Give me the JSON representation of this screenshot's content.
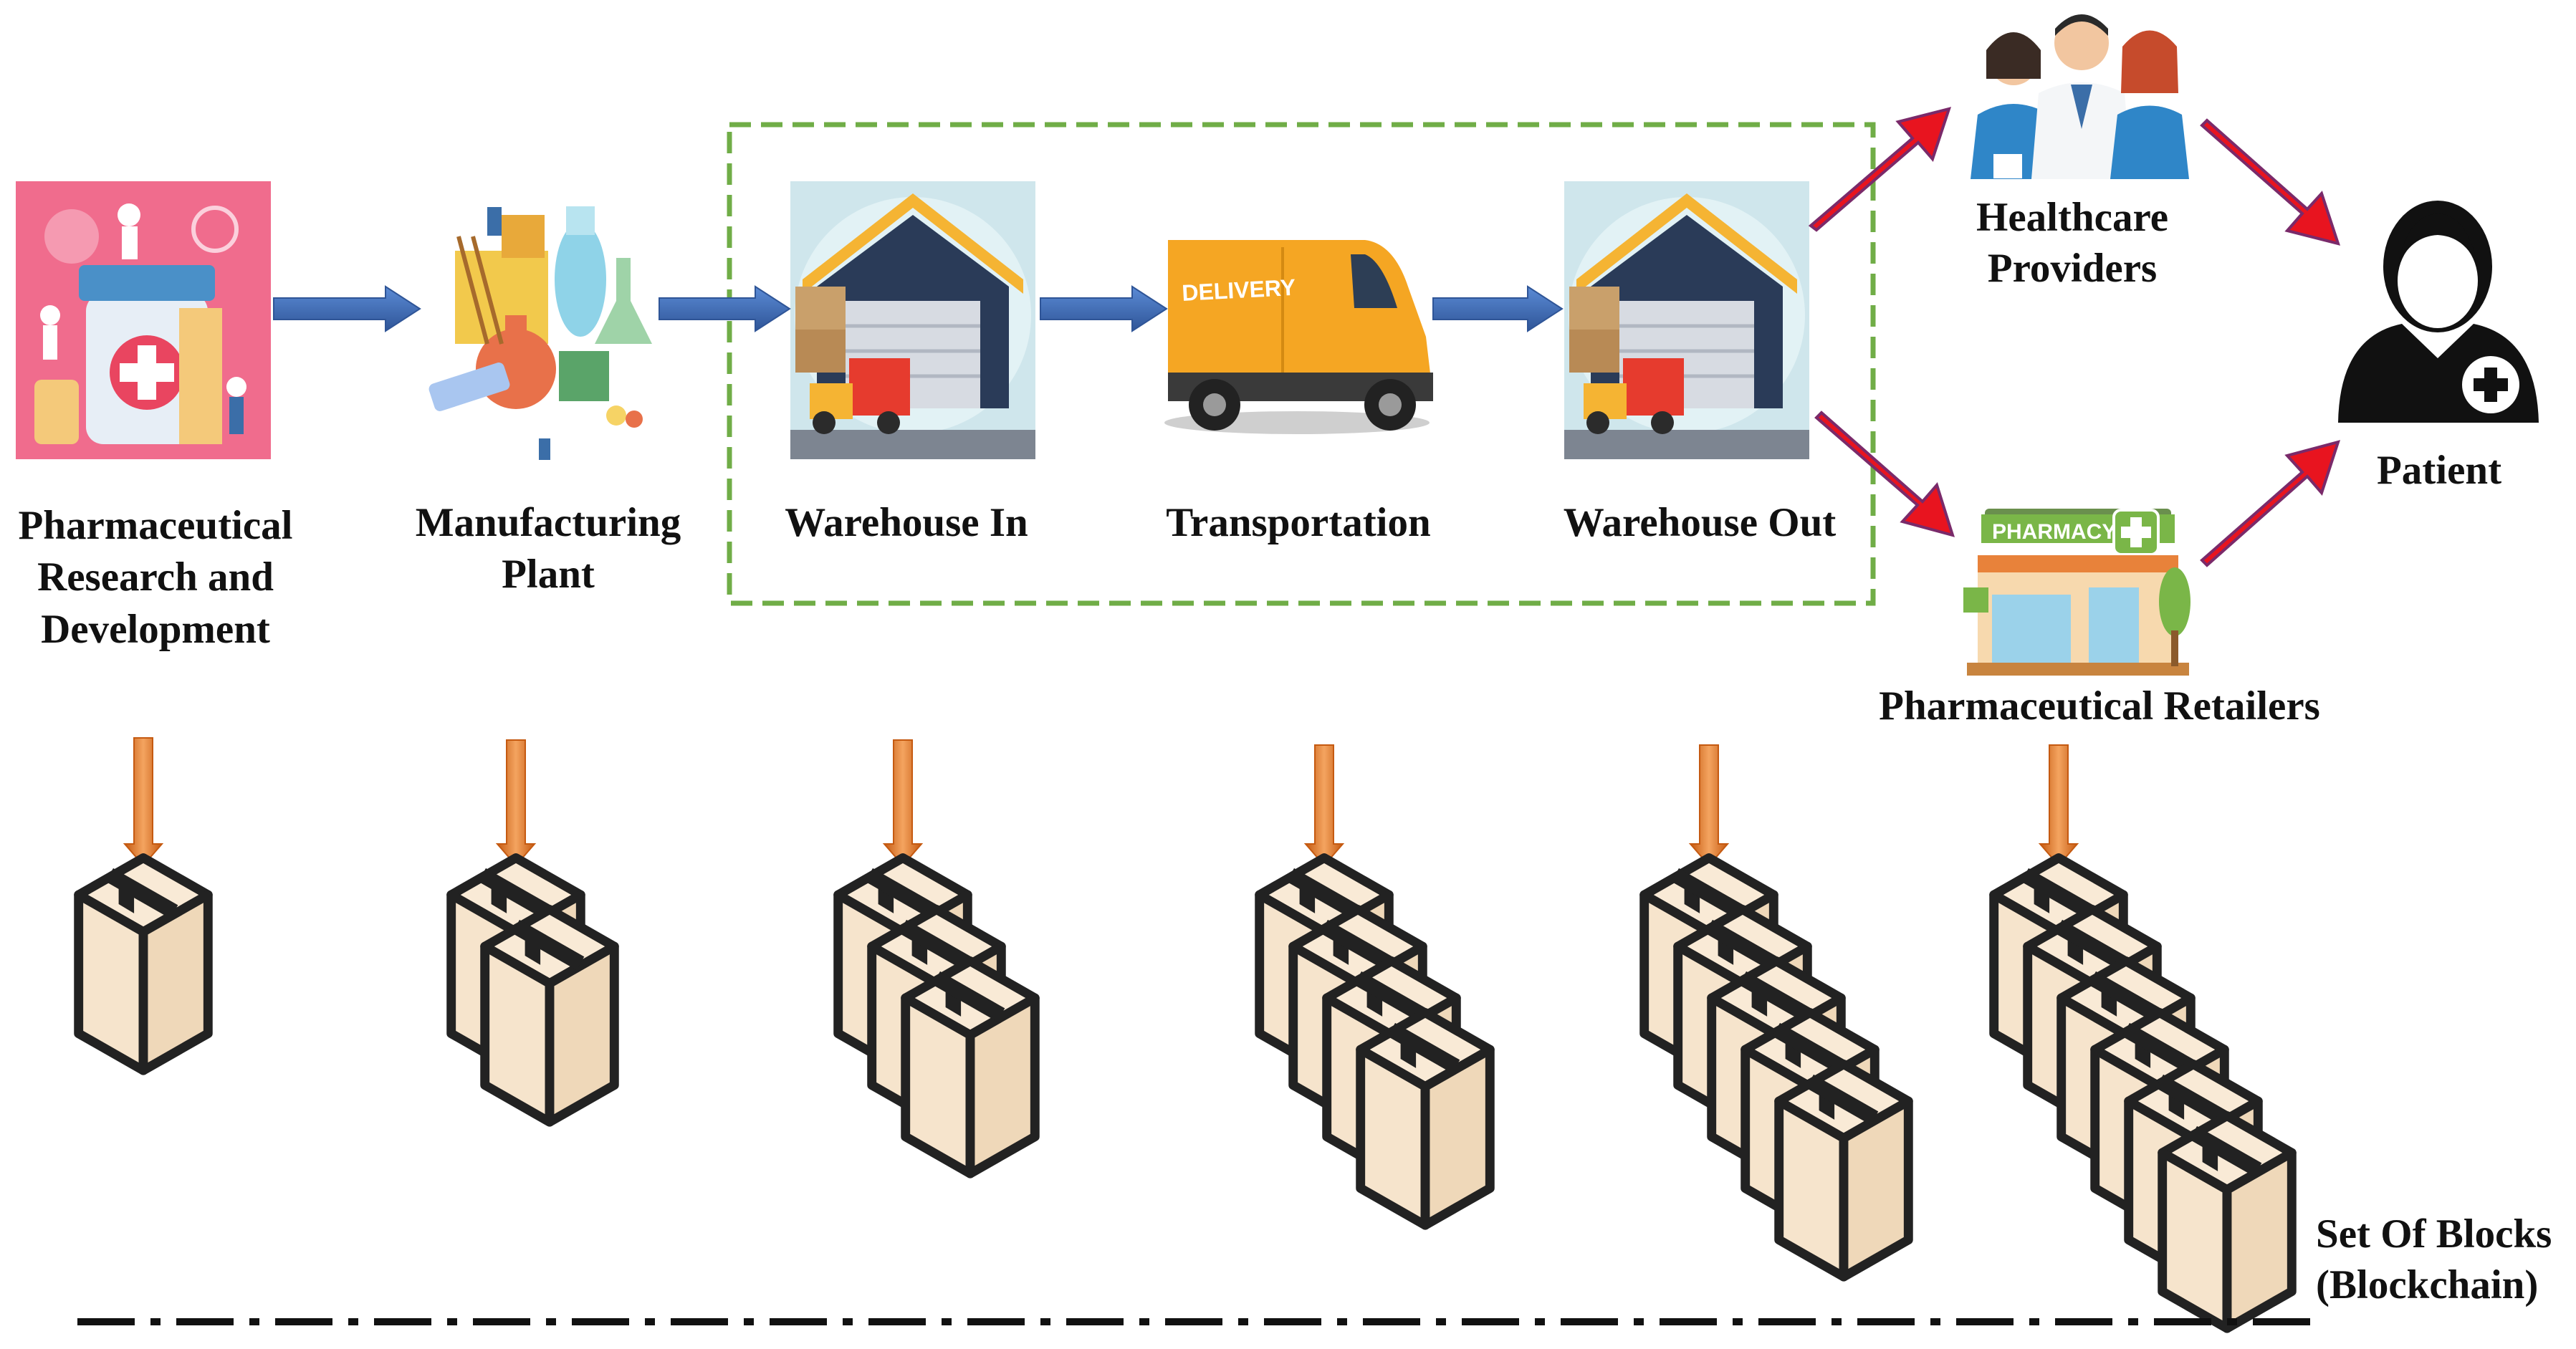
{
  "stages": {
    "rnd": {
      "line1": "Pharmaceutical",
      "line2": "Research and",
      "line3": "Development",
      "blocks": 1
    },
    "plant": {
      "line1": "Manufacturing",
      "line2": "Plant",
      "blocks": 2
    },
    "warehouse_in": {
      "label": "Warehouse In",
      "blocks": 3
    },
    "transport": {
      "label": "Transportation",
      "van_text": "DELIVERY",
      "blocks": 4
    },
    "warehouse_out": {
      "label": "Warehouse Out",
      "blocks": 5
    },
    "retailers": {
      "label": "Pharmaceutical Retailers",
      "sign": "PHARMACY",
      "blocks": 6
    },
    "providers": {
      "line1": "Healthcare",
      "line2": "Providers"
    },
    "patient": {
      "label": "Patient"
    }
  },
  "blockchain": {
    "line1": "Set Of Blocks",
    "line2": "(Blockchain)"
  },
  "colors": {
    "flow_arrow": "#4472c4",
    "branch_arrow": "#e8141f",
    "down_arrow": "#ed7d31",
    "dashed_frame": "#70ad47",
    "block_fill": "#f6e4cc",
    "rnd_background": "#f06c8d",
    "van": "#f5a623"
  }
}
